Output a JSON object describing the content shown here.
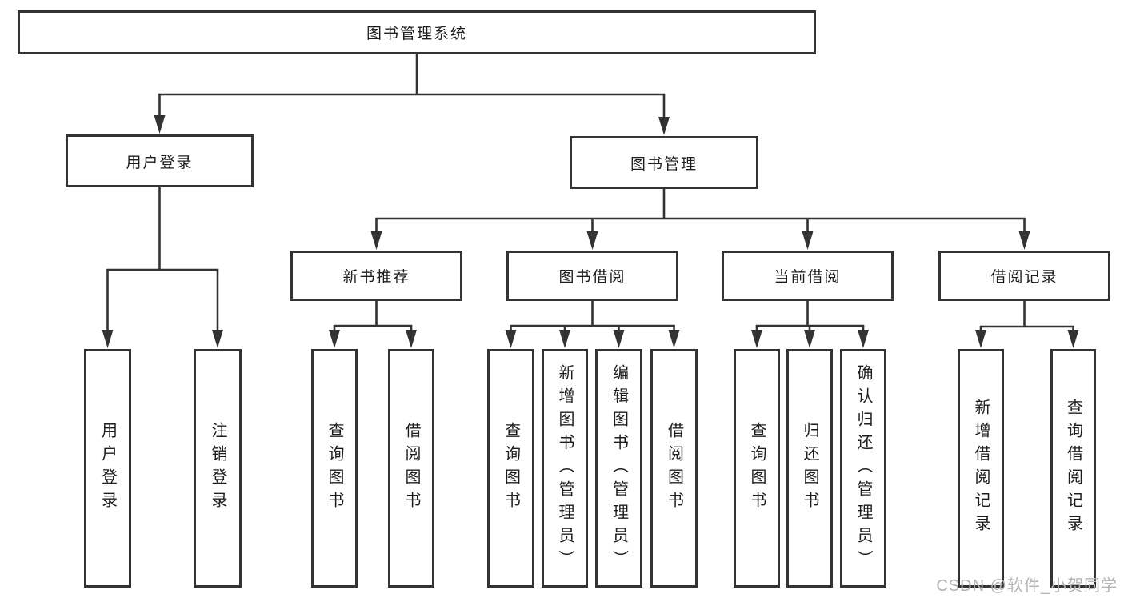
{
  "diagram_title": "图书管理系统",
  "nodes": {
    "root": {
      "label": "图书管理系统"
    },
    "user-login": {
      "label": "用户登录"
    },
    "book-mgmt": {
      "label": "图书管理"
    },
    "new-book-rec": {
      "label": "新书推荐"
    },
    "book-borrow": {
      "label": "图书借阅"
    },
    "current-borrow": {
      "label": "当前借阅"
    },
    "borrow-records": {
      "label": "借阅记录"
    },
    "leaf-user-login": {
      "label": "用户登录"
    },
    "leaf-logout": {
      "label": "注销登录"
    },
    "leaf-query-book-1": {
      "label": "查询图书"
    },
    "leaf-borrow-book-1": {
      "label": "借阅图书"
    },
    "leaf-query-book-2": {
      "label": "查询图书"
    },
    "leaf-add-book": {
      "label": "新增图书（管理员）"
    },
    "leaf-edit-book": {
      "label": "编辑图书（管理员）"
    },
    "leaf-borrow-book-2": {
      "label": "借阅图书"
    },
    "leaf-query-book-3": {
      "label": "查询图书"
    },
    "leaf-return-book": {
      "label": "归还图书"
    },
    "leaf-confirm-return": {
      "label": "确认归还（管理员）"
    },
    "leaf-add-borrow-record": {
      "label": "新增借阅记录"
    },
    "leaf-query-borrow-record": {
      "label": "查询借阅记录"
    }
  },
  "edges": {
    "root": [
      "user-login",
      "book-mgmt"
    ],
    "user-login": [
      "leaf-user-login",
      "leaf-logout"
    ],
    "book-mgmt": [
      "new-book-rec",
      "book-borrow",
      "current-borrow",
      "borrow-records"
    ],
    "new-book-rec": [
      "leaf-query-book-1",
      "leaf-borrow-book-1"
    ],
    "book-borrow": [
      "leaf-query-book-2",
      "leaf-add-book",
      "leaf-edit-book",
      "leaf-borrow-book-2"
    ],
    "current-borrow": [
      "leaf-query-book-3",
      "leaf-return-book",
      "leaf-confirm-return"
    ],
    "borrow-records": [
      "leaf-add-borrow-record",
      "leaf-query-borrow-record"
    ]
  },
  "watermark": {
    "text": "CSDN @软件_小贺同学"
  },
  "colors": {
    "line": "#333333",
    "box_border": "#333333",
    "text": "#1d1d1f",
    "watermark": "#b3b3b8",
    "background": "#ffffff"
  }
}
